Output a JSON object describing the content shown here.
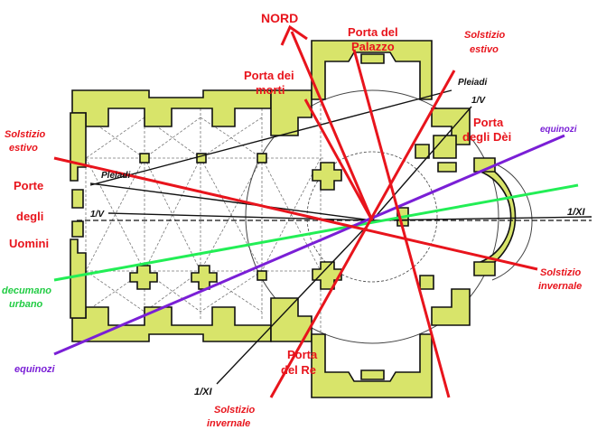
{
  "colors": {
    "wall_fill": "#d8e46a",
    "wall_stroke": "#111111",
    "solstice_line": "#e8141c",
    "equinox_line": "#7a1fd6",
    "decumanus_line": "#22ee55",
    "star_line": "#111111",
    "grid_line": "#666666"
  },
  "labels": {
    "nord": "NORD",
    "porta_palazzo_1": "Porta del",
    "porta_palazzo_2": "Palazzo",
    "solst_estivo_tr_1": "Solstizio",
    "solst_estivo_tr_2": "estivo",
    "porta_morti_1": "Porta dei",
    "porta_morti_2": "morti",
    "pleiadi_tr": "Pleiadi",
    "v_tr": "1/V",
    "porta_dei_1": "Porta",
    "porta_dei_2": "degli Dèi",
    "equinozi_r": "equinozi",
    "xi_r": "1/XI",
    "solst_estivo_l_1": "Solstizio",
    "solst_estivo_l_2": "estivo",
    "porte_uomini_1": "Porte",
    "porte_uomini_2": "degli",
    "porte_uomini_3": "Uomini",
    "pleiadi_l": "Pleiadi",
    "v_l": "1/V",
    "solst_inv_r_1": "Solstizio",
    "solst_inv_r_2": "invernale",
    "decumano_1": "decumano",
    "decumano_2": "urbano",
    "equinozi_l": "equinozi",
    "porta_re_1": "Porta",
    "porta_re_2": "del Re",
    "xi_b": "1/XI",
    "solst_inv_b_1": "Solstizio",
    "solst_inv_b_2": "invernale"
  }
}
